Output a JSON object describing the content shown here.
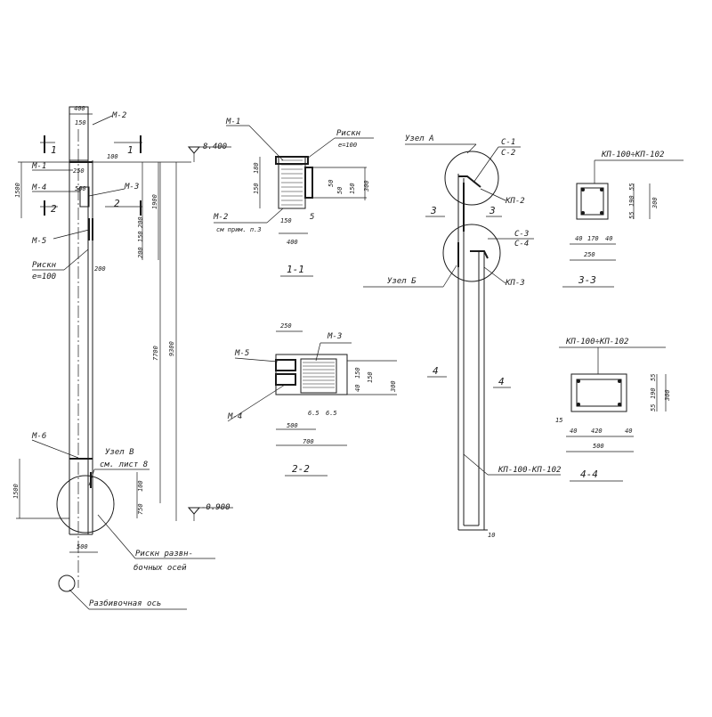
{
  "column": {
    "labels": {
      "top_width": "400",
      "top_150": "150",
      "m2": "М-2",
      "m1": "М-1",
      "m4": "М-4",
      "m3": "М-3",
      "m5": "М-5",
      "m6": "М-6",
      "dim_250": "250",
      "dim_500": "500",
      "dim_1500": "1500",
      "dim_1900": "1900",
      "dim_100": "100",
      "dim_200a": "200",
      "dim_150a": "150",
      "dim_200b": "200",
      "dim_7700": "7700",
      "dim_9300": "9300",
      "dim_1500b": "1500",
      "dim_750": "750",
      "dim_100b": "100",
      "dim_500b": "500",
      "level_top": "8.400",
      "level_bottom": "-0.900",
      "risk": "Рискн",
      "risk_e": "е=100",
      "node_v": "Узел В",
      "node_v_ref": "см. лист 8",
      "risk_axes_1": "Рискн развн-",
      "risk_axes_2": "бочных осей",
      "axis_note": "Разбивочная ось",
      "sec1": "1",
      "sec2": "2",
      "sec_top_100": "100"
    }
  },
  "section_1_1": {
    "m1": "М-1",
    "m2": "М-2",
    "risk": "Рискн",
    "risk_e": "е=100",
    "dim_180": "180",
    "dim_150a": "150",
    "dim_50a": "50",
    "dim_50b": "50",
    "dim_150b": "150",
    "dim_300": "300",
    "dim_150c": "150",
    "dim_5": "5",
    "dim_400": "400",
    "ref": "см прим. п.3",
    "title": "1-1"
  },
  "section_2_2": {
    "m3": "М-3",
    "m5": "М-5",
    "m4": "М-4",
    "dim_250": "250",
    "dim_150": "150",
    "dim_40": "40",
    "dim_150b": "150",
    "dim_300": "300",
    "dim_65a": "6.5",
    "dim_65b": "6.5",
    "dim_500": "500",
    "dim_700": "700",
    "title": "2-2"
  },
  "frame": {
    "node_a": "Узел А",
    "c1": "С-1",
    "c2": "С-2",
    "kp2": "КП-2",
    "c3": "С-3",
    "c4": "С-4",
    "kp3": "КП-3",
    "node_b": "Узел Б",
    "sec3_left": "3",
    "sec3_right": "3",
    "sec4_left": "4",
    "sec4_right": "4",
    "kp_range": "КП-100-КП-102",
    "bottom_10": "10"
  },
  "section_3_3": {
    "label": "КП-100÷КП-102",
    "dim_55a": "55",
    "dim_190": "190",
    "dim_55b": "55",
    "dim_300": "300",
    "dim_40a": "40",
    "dim_170": "170",
    "dim_40b": "40",
    "dim_250": "250",
    "title": "3-3"
  },
  "section_4_4": {
    "label": "КП-100÷КП-102",
    "dim_55a": "55",
    "dim_190": "190",
    "dim_55b": "55",
    "dim_300": "300",
    "dim_15": "15",
    "dim_40a": "40",
    "dim_420": "420",
    "dim_40b": "40",
    "dim_500": "500",
    "title": "4-4"
  }
}
